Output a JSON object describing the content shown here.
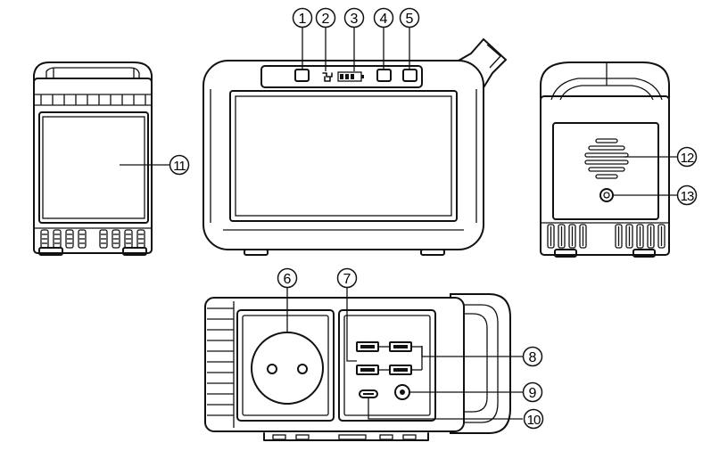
{
  "callouts": [
    {
      "id": "c1",
      "label": "1"
    },
    {
      "id": "c2",
      "label": "2"
    },
    {
      "id": "c3",
      "label": "3"
    },
    {
      "id": "c4",
      "label": "4"
    },
    {
      "id": "c5",
      "label": "5"
    },
    {
      "id": "c6",
      "label": "6"
    },
    {
      "id": "c7",
      "label": "7"
    },
    {
      "id": "c8",
      "label": "8"
    },
    {
      "id": "c9",
      "label": "9"
    },
    {
      "id": "c10",
      "label": "10"
    },
    {
      "id": "c11",
      "label": "11"
    },
    {
      "id": "c12",
      "label": "12"
    },
    {
      "id": "c13",
      "label": "13"
    }
  ],
  "icons": {
    "power": "plug-icon",
    "battery": "battery-level-icon",
    "outlet": "ac-outlet-icon",
    "usb": "usb-port-icon",
    "usb_c": "usb-c-port-icon",
    "dc": "dc-port-icon",
    "speaker": "speaker-grille-icon"
  },
  "colors": {
    "line": "#111111",
    "background": "#ffffff"
  }
}
